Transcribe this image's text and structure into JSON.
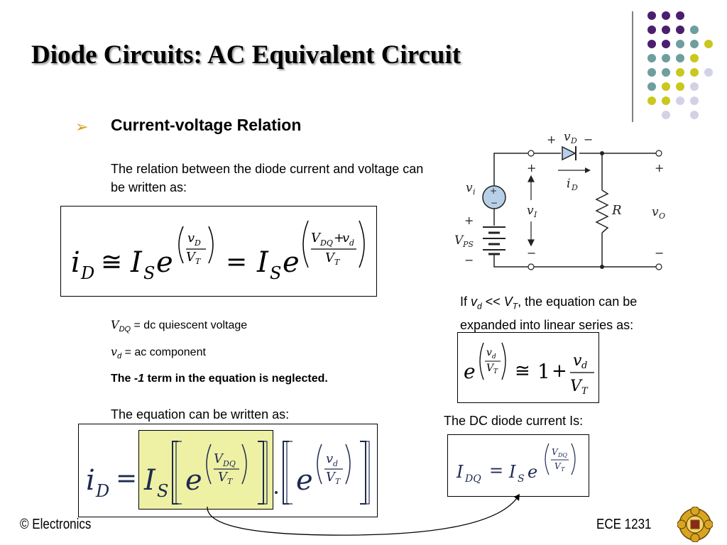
{
  "slide": {
    "title": "Diode Circuits: AC Equivalent Circuit",
    "bullet_heading": "Current-voltage Relation",
    "intro_text": "The relation between the diode current and voltage can be written as:",
    "definitions": {
      "vdq_symbol": "V",
      "vdq_sub": "DQ",
      "vdq_text": " = dc quiescent voltage",
      "vd_symbol": "v",
      "vd_sub": "d",
      "vd_text": " = ac component",
      "neglect_prefix": "The ",
      "neglect_term": "-1",
      "neglect_suffix": " term in the equation is neglected."
    },
    "written_as_text": "The equation can be written as:",
    "expansion_text": {
      "part1": "If ",
      "v": "v",
      "d": "d",
      "lt": " << ",
      "V": "V",
      "T": "T",
      "part2": ", the equation can be expanded into linear series as:"
    },
    "dc_current_text": "The DC diode current Is:",
    "footer_left": "© Electronics",
    "footer_right": "ECE 1231"
  },
  "equations": {
    "eq1": "i_D ≅ I_S e^(v_D/V_T) = I_S e^((V_DQ+v_d)/V_T)",
    "eq2": "e^(v_d/V_T) ≅ 1 + v_d/V_T",
    "eq3": "i_D = I_S [ e^(V_DQ/V_T) ] · [ e^(v_d/V_T) ]",
    "eq4": "I_DQ = I_S e^(V_DQ/V_T)"
  },
  "circuit": {
    "vd_label": "v",
    "vd_sub": "D",
    "plus": "+",
    "minus": "−",
    "vi_label": "v",
    "vi_sub": "i",
    "id_label": "i",
    "id_sub": "D",
    "vI_label": "v",
    "vI_sub": "I",
    "R_label": "R",
    "vo_label": "v",
    "vo_sub": "O",
    "vps_label": "V",
    "vps_sub": "PS"
  },
  "colors": {
    "dots_purple": "#4b1e6e",
    "dots_teal": "#6e9e9e",
    "dots_yellow": "#c8c81e",
    "dots_lavender": "#d2d2e6",
    "highlight": "#eef0a4",
    "diode_fill": "#b8cfe8"
  }
}
